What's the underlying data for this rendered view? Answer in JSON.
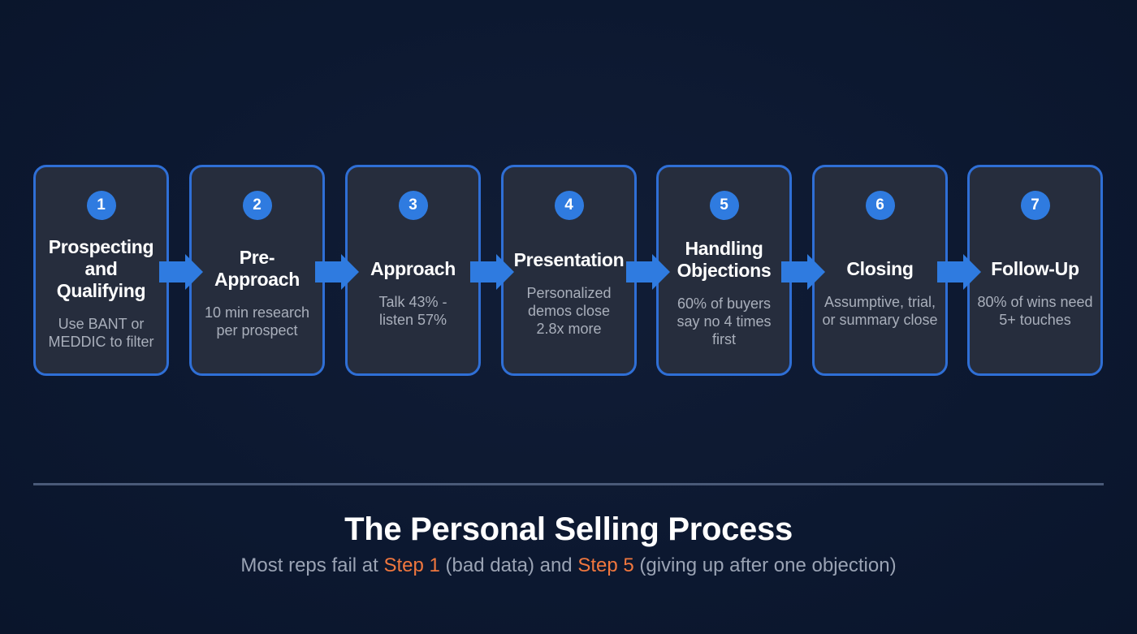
{
  "colors": {
    "background": "#0c1830",
    "card_fill": "#262d3d",
    "card_border": "#2f6fd6",
    "badge": "#2f7be0",
    "arrow": "#2f7be0",
    "highlight": "#f0773e",
    "divider": "#4a5a78"
  },
  "steps": [
    {
      "number": "1",
      "title": "Prospecting and Qualifying",
      "desc": "Use BANT or MEDDIC to filter"
    },
    {
      "number": "2",
      "title": "Pre-Approach",
      "desc": "10 min research per prospect"
    },
    {
      "number": "3",
      "title": "Approach",
      "desc": "Talk 43% - listen 57%"
    },
    {
      "number": "4",
      "title": "Presentation",
      "desc": "Personalized demos close 2.8x more"
    },
    {
      "number": "5",
      "title": "Handling Objections",
      "desc": "60% of buyers say no 4 times first"
    },
    {
      "number": "6",
      "title": "Closing",
      "desc": "Assumptive, trial, or summary close"
    },
    {
      "number": "7",
      "title": "Follow-Up",
      "desc": "80% of wins need 5+ touches"
    }
  ],
  "footer": {
    "title": "The Personal Selling Process",
    "subtitle_parts": [
      {
        "text": "Most reps fail at ",
        "highlight": false
      },
      {
        "text": "Step 1",
        "highlight": true
      },
      {
        "text": " (bad data) and ",
        "highlight": false
      },
      {
        "text": "Step 5",
        "highlight": true
      },
      {
        "text": " (giving up after one objection)",
        "highlight": false
      }
    ]
  }
}
